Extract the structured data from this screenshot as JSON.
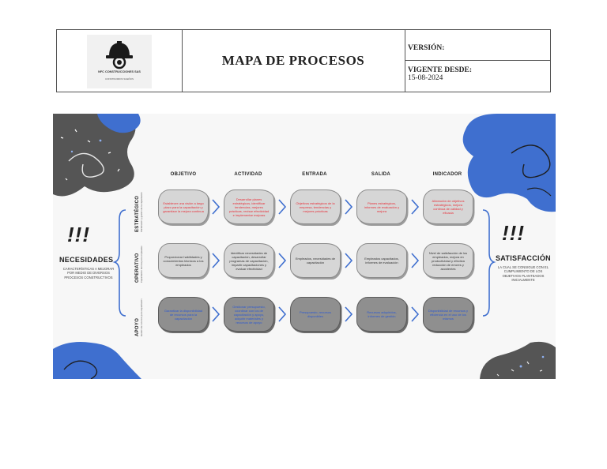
{
  "header": {
    "company_name": "NFC CONSTRUCCIONES SAS",
    "company_tagline": "CONSTRUIMOS SUEÑOS",
    "document_title": "MAPA DE PROCESOS",
    "version_label": "VERSIÓN:",
    "valid_from_label": "VIGENTE DESDE:",
    "valid_from_date": "15-08-2024"
  },
  "map": {
    "columns": [
      "OBJETIVO",
      "ACTIVIDAD",
      "ENTRADA",
      "SALIDA",
      "INDICADOR"
    ],
    "left": {
      "exclaim": "!!!",
      "title": "NECESIDADES",
      "text": "CARACTERÍSTICAS A MEJORAR POR MEDIO DE DIVERSOS PROCESOS CONSTRUCTIVOS"
    },
    "right": {
      "exclaim": "!!!",
      "title": "SATISFACCIÓN",
      "text": "LA CUAL SE CONSIGUE CON EL CUMPLIMIENTO DE LOS OBJETIVOS PLANTEADOS INICIALMENTE"
    },
    "rows": [
      {
        "label": "ESTRATÉGICO",
        "sublabel": "Planificación y gestión de la capacitación",
        "cells": [
          "Establecer una visión a largo plazo para la capacitación y garantizar la mejora continua",
          "Desarrollar planes estratégicos, identificar tendencias, mejores prácticas, revisar efectividad e implementar mejoras",
          "Objetivos estratégicos de la empresa, tendencias y mejores prácticas",
          "Planes estratégicos, informes de evaluación y mejora",
          "Alineación de objetivos estratégicos, mejora continua de calidad y eficacia"
        ]
      },
      {
        "label": "OPERATIVO",
        "sublabel": "Capacitación técnica para empleados",
        "cells": [
          "Proporcionar habilidades y conocimientos técnicos a los empleados",
          "Identificar necesidades de capacitación, desarrollar programas de capacitación, impartir capacitaciones y evaluar efectividad",
          "Empleados, necesidades de capacitación",
          "Empleados capacitados, informes de evaluación",
          "Nivel de satisfacción de los empleados, mejora en productividad y efectiva reducción de errores y accidentes"
        ]
      },
      {
        "label": "APOYO",
        "sublabel": "Gestión de recursos para capacitación",
        "cells": [
          "Garantizar la disponibilidad de recursos para la capacitación",
          "Gestionar presupuesto, coordinar con los de capacitación y apoyo, adquirir materiales y recursos de apoyo",
          "Presupuesto, recursos disponibles",
          "Recursos adquiridos, informes de gestión",
          "Disponibilidad de recursos y eficiencia en el uso de los mismos"
        ]
      }
    ]
  },
  "colors": {
    "blue": "#3f6fcf",
    "dark_gray": "#555555",
    "red_text": "#e8303a",
    "blue_text": "#2d59d0"
  }
}
